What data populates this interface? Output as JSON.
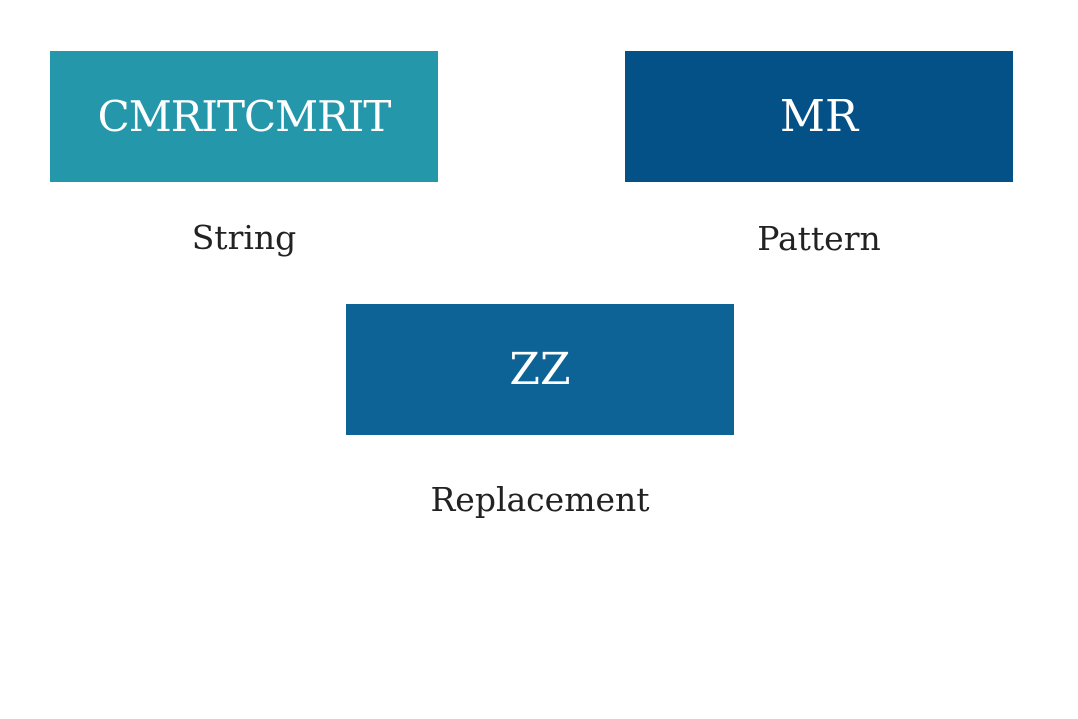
{
  "string_box": {
    "value": "CMRITCMRIT",
    "caption": "String",
    "color": "#2597ab"
  },
  "pattern_box": {
    "value": "MR",
    "caption": "Pattern",
    "color": "#035186"
  },
  "replacement_box": {
    "value": "ZZ",
    "caption": "Replacement",
    "color": "#0d6396"
  }
}
